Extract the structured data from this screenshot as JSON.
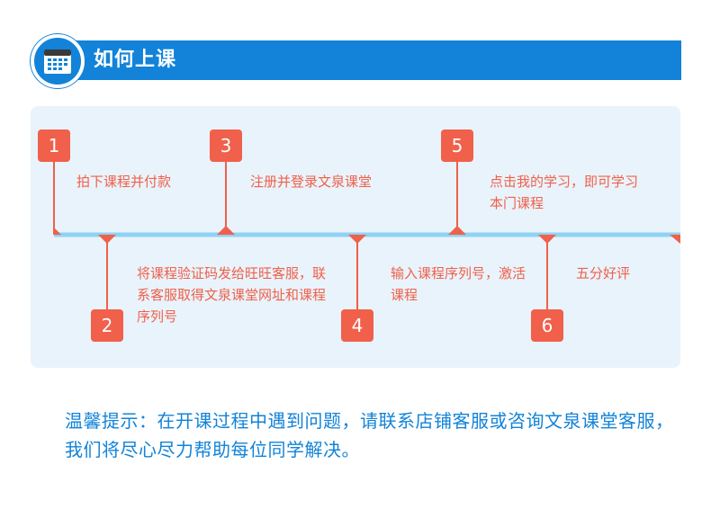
{
  "header": {
    "title": "如何上课",
    "icon": "calendar-icon",
    "color": "#1283d8"
  },
  "steps": [
    {
      "number": "1",
      "text": "拍下课程并付款"
    },
    {
      "number": "2",
      "text": "将课程验证码发给旺旺客服，联系客服取得文泉课堂网址和课程序列号"
    },
    {
      "number": "3",
      "text": "注册并登录文泉课堂"
    },
    {
      "number": "4",
      "text": "输入课程序列号，激活课程"
    },
    {
      "number": "5",
      "text": "点击我的学习，即可学习本门课程"
    },
    {
      "number": "6",
      "text": "五分好评"
    }
  ],
  "tip": "温馨提示：在开课过程中遇到问题，请联系店铺客服或咨询文泉课堂客服，我们将尽心尽力帮助每位同学解决。",
  "colors": {
    "accent": "#f0604b",
    "brand": "#1283d8",
    "timeline": "#8fd3f4",
    "panel": "#e9f3fb"
  }
}
